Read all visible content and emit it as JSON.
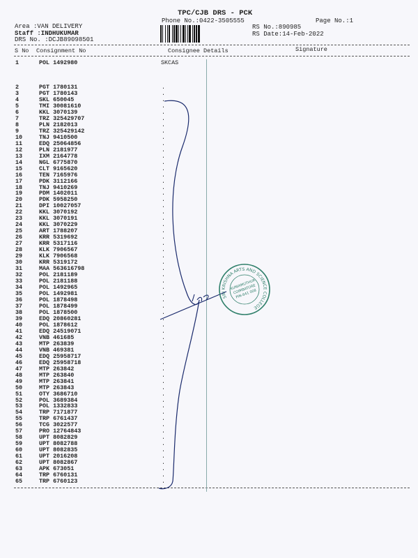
{
  "header": {
    "title": "TPC/CJB  DRS - PCK",
    "phone": "Phone No.:0422-3505555",
    "page_no": "Page No.:1",
    "area": "Area :VAN DELIVERY",
    "staff": "Staff :INDHUKUMAR",
    "drs_no": "DRS No. :DCJB89098501",
    "rs_no": "RS No.:890985",
    "rs_date": "RS Date:14-Feb-2022"
  },
  "columns": {
    "sno": "S No",
    "consignment": "Consignment No",
    "consignee": "Consignee Details",
    "signature": "Signature"
  },
  "first_row": {
    "sno": "1",
    "consignment": "POL 1492980",
    "consignee": "SKCAS"
  },
  "rows": [
    {
      "sno": "2",
      "consignment": "PGT 1780131"
    },
    {
      "sno": "3",
      "consignment": "PGT 1780143"
    },
    {
      "sno": "4",
      "consignment": "SKL 650045"
    },
    {
      "sno": "5",
      "consignment": "TMI 30081610"
    },
    {
      "sno": "6",
      "consignment": "KKL 3070139"
    },
    {
      "sno": "7",
      "consignment": "TRZ 325429707"
    },
    {
      "sno": "8",
      "consignment": "PLN 2182013"
    },
    {
      "sno": "9",
      "consignment": "TRZ 325429142"
    },
    {
      "sno": "10",
      "consignment": "TNJ 9410500"
    },
    {
      "sno": "11",
      "consignment": "EDQ 25064856"
    },
    {
      "sno": "12",
      "consignment": "PLN 2181977"
    },
    {
      "sno": "13",
      "consignment": "IXM 2164778"
    },
    {
      "sno": "14",
      "consignment": "NGL 6775870"
    },
    {
      "sno": "15",
      "consignment": "CLT 9165620"
    },
    {
      "sno": "16",
      "consignment": "TEN 7165976"
    },
    {
      "sno": "17",
      "consignment": "PDK 3112166"
    },
    {
      "sno": "18",
      "consignment": "TNJ 9410269"
    },
    {
      "sno": "19",
      "consignment": "PDM 1402011"
    },
    {
      "sno": "20",
      "consignment": "PDK 5958250"
    },
    {
      "sno": "21",
      "consignment": "DPI 10027057"
    },
    {
      "sno": "22",
      "consignment": "KKL 3070192"
    },
    {
      "sno": "23",
      "consignment": "KKL 3070191"
    },
    {
      "sno": "24",
      "consignment": "KKL 3070229"
    },
    {
      "sno": "25",
      "consignment": "ART 1788207"
    },
    {
      "sno": "26",
      "consignment": "KRR 5319692"
    },
    {
      "sno": "27",
      "consignment": "KRR 5317116"
    },
    {
      "sno": "28",
      "consignment": "KLK 7906567"
    },
    {
      "sno": "29",
      "consignment": "KLK 7906568"
    },
    {
      "sno": "30",
      "consignment": "KRR 5319172"
    },
    {
      "sno": "31",
      "consignment": "MAA 563616798"
    },
    {
      "sno": "32",
      "consignment": "POL 2181189"
    },
    {
      "sno": "33",
      "consignment": "POL 2181188"
    },
    {
      "sno": "34",
      "consignment": "POL 1492965"
    },
    {
      "sno": "35",
      "consignment": "POL 1492981"
    },
    {
      "sno": "36",
      "consignment": "POL 1878498"
    },
    {
      "sno": "37",
      "consignment": "POL 1878499"
    },
    {
      "sno": "38",
      "consignment": "POL 1878500"
    },
    {
      "sno": "39",
      "consignment": "EDQ 20860281"
    },
    {
      "sno": "40",
      "consignment": "POL 1878612"
    },
    {
      "sno": "41",
      "consignment": "EDQ 24519071"
    },
    {
      "sno": "42",
      "consignment": "VNB 461685"
    },
    {
      "sno": "43",
      "consignment": "MTP 263839"
    },
    {
      "sno": "44",
      "consignment": "VNB 469381"
    },
    {
      "sno": "45",
      "consignment": "EDQ 25958717"
    },
    {
      "sno": "46",
      "consignment": "EDQ 25958718"
    },
    {
      "sno": "47",
      "consignment": "MTP 263842"
    },
    {
      "sno": "48",
      "consignment": "MTP 263840"
    },
    {
      "sno": "49",
      "consignment": "MTP 263841"
    },
    {
      "sno": "50",
      "consignment": "MTP 263843"
    },
    {
      "sno": "51",
      "consignment": "OTY 3686710"
    },
    {
      "sno": "52",
      "consignment": "POL 3689384"
    },
    {
      "sno": "53",
      "consignment": "POL 1332833"
    },
    {
      "sno": "54",
      "consignment": "TRP 7171877"
    },
    {
      "sno": "55",
      "consignment": "TRP 6761437"
    },
    {
      "sno": "56",
      "consignment": "TCG 3022577"
    },
    {
      "sno": "57",
      "consignment": "PRO 12764843"
    },
    {
      "sno": "58",
      "consignment": "UPT 8082829"
    },
    {
      "sno": "59",
      "consignment": "UPT 8082788"
    },
    {
      "sno": "60",
      "consignment": "UPT 8082835"
    },
    {
      "sno": "61",
      "consignment": "UPT 2016208"
    },
    {
      "sno": "62",
      "consignment": "UPT 8082867"
    },
    {
      "sno": "63",
      "consignment": "APK 673051"
    },
    {
      "sno": "64",
      "consignment": "TRP 6760131"
    },
    {
      "sno": "65",
      "consignment": "TRP 6760123"
    }
  ],
  "stamp": {
    "outer_text": "SRI KRISHNA ARTS AND SCIENCE COLLEGE",
    "line1": "KUNIAMUTHUR",
    "line2": "COIMBATORE",
    "line3": "PIN-641 008"
  },
  "colors": {
    "ink": "#1a2a6c",
    "stamp": "#2f7f6a"
  }
}
